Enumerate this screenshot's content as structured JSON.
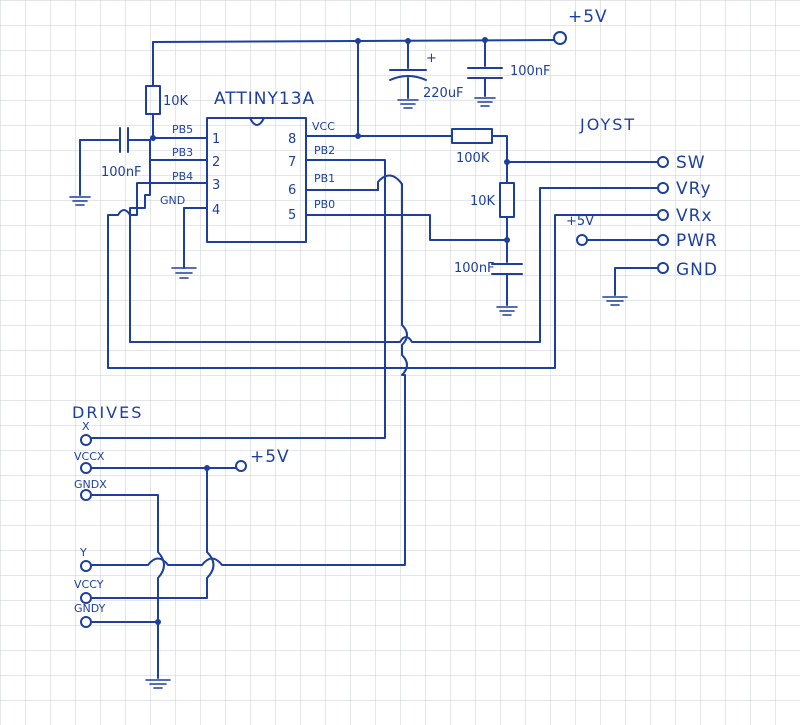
{
  "colors": {
    "ink": "#1d3fa0",
    "grid": "#c9ccd6",
    "paper": "#ffffff"
  },
  "chip": {
    "name": "ATTINY13A",
    "left_pins": [
      {
        "num": "1",
        "label": "PB5"
      },
      {
        "num": "2",
        "label": "PB3"
      },
      {
        "num": "3",
        "label": "PB4"
      },
      {
        "num": "4",
        "label": "GND"
      }
    ],
    "right_pins": [
      {
        "num": "8",
        "label": "VCC"
      },
      {
        "num": "7",
        "label": "PB2"
      },
      {
        "num": "6",
        "label": "PB1"
      },
      {
        "num": "5",
        "label": "PB0"
      }
    ]
  },
  "components": {
    "r_reset": "10K",
    "c_pb3": "100nF",
    "c_bulk": "220uF",
    "c_dec": "100nF",
    "r_top": "100K",
    "r_bottom": "10K",
    "c_filter": "100nF"
  },
  "supply": {
    "top": "+5V",
    "joy": "+5V",
    "drives": "+5V"
  },
  "joystick": {
    "title": "JOYST",
    "pins": [
      "SW",
      "VRy",
      "VRx",
      "PWR",
      "GND"
    ]
  },
  "drives": {
    "title": "DRIVES",
    "pins": [
      "X",
      "VCCX",
      "GNDX",
      "Y",
      "VCCY",
      "GNDY"
    ]
  }
}
